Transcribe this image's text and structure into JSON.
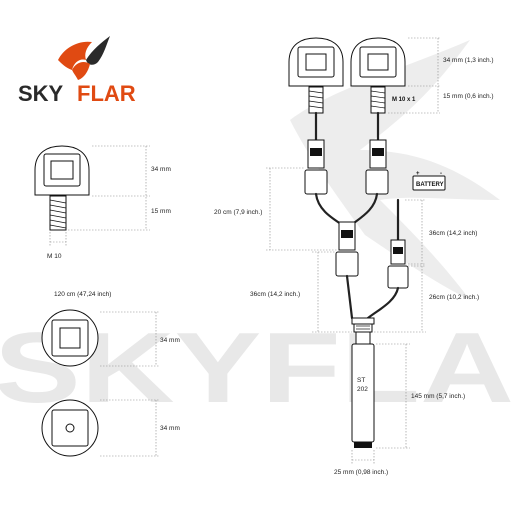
{
  "brand": {
    "logo_sky": "SKY",
    "logo_flar": "FLAR",
    "watermark": "SKYFLA",
    "sky_color": "#2a2a2a",
    "flar_color": "#e04a12"
  },
  "dimensions": {
    "bulb_height": "34 mm",
    "stem_height": "15 mm",
    "thread": "M 10",
    "cable_length": "120 cm (47,24 inch)",
    "front_height_1": "34 mm",
    "front_height_2": "34 mm",
    "harness_bulb_height": "34 mm (1,3 inch.)",
    "harness_stem_height": "15 mm (0,6 inch.)",
    "harness_thread": "M 10 x 1",
    "battery_label": "BATTERY",
    "battery_plus": "+",
    "battery_minus": "-",
    "split_length": "20 cm (7,9 inch.)",
    "battery_cable": "36cm (14,2 inch)",
    "main_cable_left": "36cm (14,2 inch.)",
    "main_cable_right": "26cm (10,2 inch.)",
    "module_line1": "ST",
    "module_line2": "202",
    "module_length": "145 mm (5,7 inch.)",
    "module_width": "25 mm (0,98 inch.)"
  }
}
